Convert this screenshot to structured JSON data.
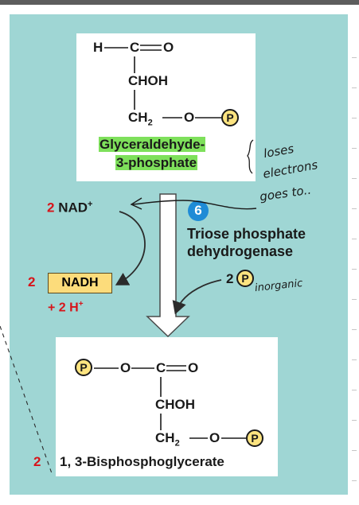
{
  "colors": {
    "panel": "#9fd6d4",
    "accent_red": "#d7141a",
    "phosphate_fill": "#fde480",
    "nadh_fill": "#fcdc7b",
    "badge_blue": "#1f8bd6",
    "highlight": "#7ee05b"
  },
  "top_molecule": {
    "row1_h": "H",
    "row1_c": "C",
    "row1_o": "O",
    "row2": "CHOH",
    "row3_ch": "CH",
    "row3_sub": "2",
    "row3_o": "O",
    "phosphate": "P",
    "name_line1": "Glyceraldehyde-",
    "name_line2": "3-phosphate"
  },
  "nad": {
    "count": "2",
    "label": "NAD",
    "charge": "+"
  },
  "nadh": {
    "count": "2",
    "label": "NADH",
    "plus_h_prefix": "+ 2 H",
    "plus_h_charge": "+"
  },
  "enzyme": {
    "step": "6",
    "name_line1": "Triose phosphate",
    "name_line2": "dehydrogenase"
  },
  "inorganic_phosphate": {
    "count": "2",
    "symbol": "P",
    "handwritten_label": "inorganic"
  },
  "annotations": {
    "line1": "loses",
    "line2": "electrons",
    "line3": "goes to.."
  },
  "bottom_molecule": {
    "phosphate_left": "P",
    "row1_o": "O",
    "row1_c": "C",
    "row1_o2": "O",
    "row2": "CHOH",
    "row3_ch": "CH",
    "row3_sub": "2",
    "row3_o": "O",
    "phosphate_right": "P",
    "count": "2",
    "name": "1, 3-Bisphosphoglycerate"
  }
}
